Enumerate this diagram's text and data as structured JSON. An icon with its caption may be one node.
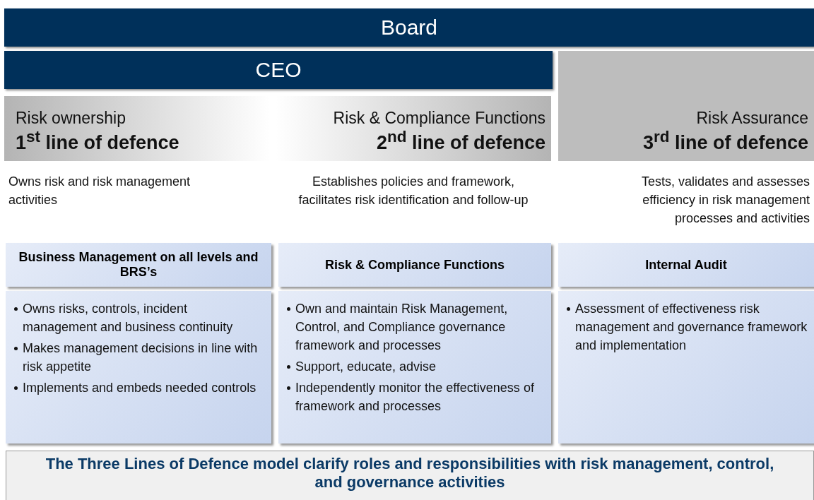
{
  "diagram": {
    "nodes": [
      {
        "text": [
          "Board"
        ]
      },
      {
        "text": [
          "CEO"
        ]
      },
      {
        "text": [
          "Risk ownership",
          "1$^{st}$ line of defence"
        ]
      },
      {
        "text": [
          "Risk & Compliance Functions",
          "2$^{nd}$ line of defence"
        ]
      },
      {
        "text": [
          "Risk Assurance",
          "3$^{rd}$ line of defence"
        ]
      },
      {
        "text": [
          "Business Management on all levels and BRS’s"
        ]
      },
      {
        "text": [
          "Risk & Compliance Functions"
        ]
      },
      {
        "text": [
          "Internal Audit"
        ]
      },
      {
        "text": [
          "Owns risks, controls, incident management and business continuity",
          "Makes management decisions in line with risk appetite",
          "Implements and embeds needed controls"
        ]
      },
      {
        "text": [
          "Own and maintain Risk Management, Control, and Compliance governance framework and processes",
          "Support, educate, advise",
          "Independently monitor the effectiveness of framework and processes"
        ]
      },
      {
        "text": [
          "Assessment of effectiveness risk management and governance framework and implementation"
        ]
      },
      {
        "text": [
          "The Three Lines of Defence model clarify roles and responsibilities with risk management, control, and governance activities"
        ]
      }
    ],
    "labels": [
      "Owns risk and risk management activities",
      "Establishes policies and framework, facilitates risk identification and follow-up",
      "Tests, validates and assesses efficiency in risk management processes and activities"
    ]
  }
}
